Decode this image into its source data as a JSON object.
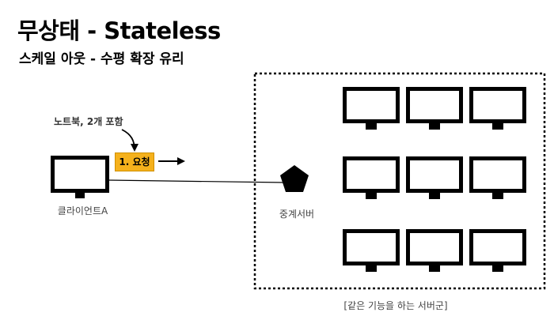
{
  "title": "무상태 - Stateless",
  "subtitle": "스케일 아웃 - 수평 확장 유리",
  "note": "노트북, 2개 포함",
  "request_badge": "1. 요청",
  "client_label": "클라이언트A",
  "proxy_label": "중계서버",
  "server_group_caption": "[같은 기능을 하는 서버군]",
  "colors": {
    "badge": "#f5b11c",
    "ink": "#000000"
  },
  "icons": {
    "client": "monitor-icon",
    "proxy": "pentagon-icon",
    "servers": "monitor-icon"
  },
  "server_grid": {
    "rows": 3,
    "cols": 3
  }
}
